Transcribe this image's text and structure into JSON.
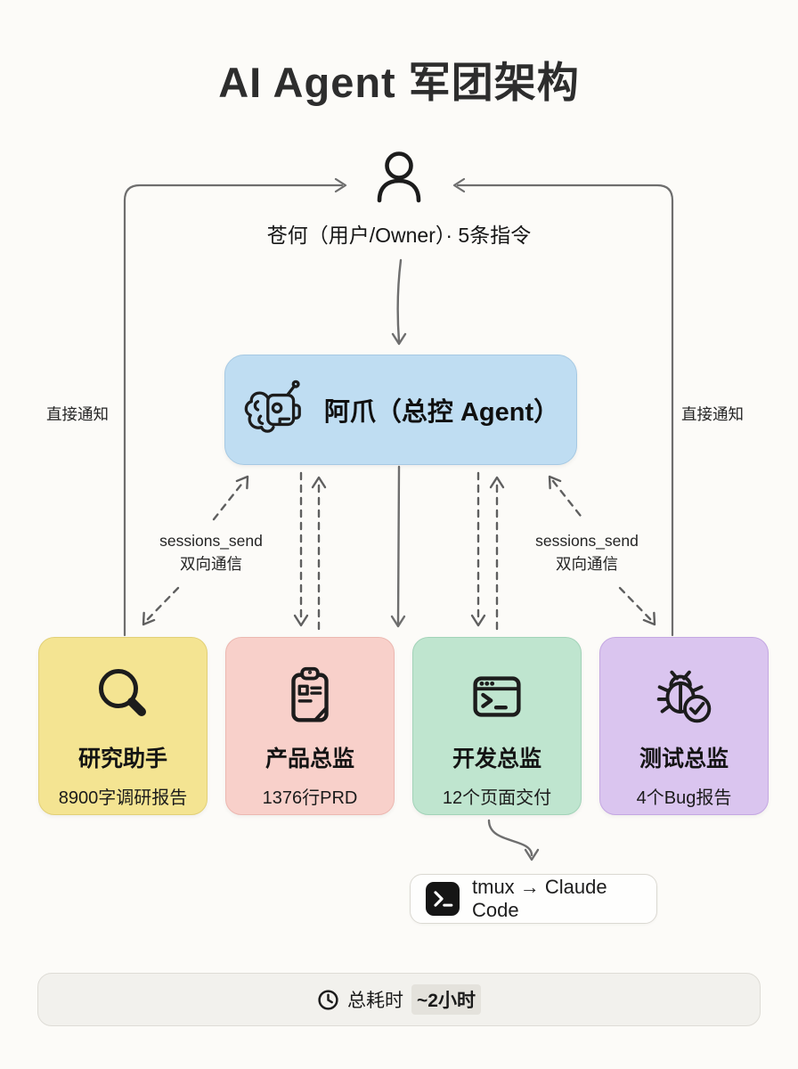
{
  "title": "AI Agent 军团架构",
  "user": {
    "label": "苍何（用户/Owner）· 5条指令",
    "icon": "person-icon"
  },
  "controller": {
    "label": "阿爪（总控 Agent）",
    "icon": "robot-brain-icon",
    "color": "#BFDDF2"
  },
  "connections": {
    "direct_notify_left": "直接通知",
    "direct_notify_right": "直接通知",
    "session_left": {
      "line1": "sessions_send",
      "line2": "双向通信"
    },
    "session_right": {
      "line1": "sessions_send",
      "line2": "双向通信"
    }
  },
  "agents": [
    {
      "name": "研究助手",
      "deliverable": "8900字调研报告",
      "icon": "magnifier-icon",
      "color": "#F4E492"
    },
    {
      "name": "产品总监",
      "deliverable": "1376行PRD",
      "icon": "clipboard-icon",
      "color": "#F8D0CA"
    },
    {
      "name": "开发总监",
      "deliverable": "12个页面交付",
      "icon": "terminal-window-icon",
      "color": "#BFE5CF"
    },
    {
      "name": "测试总监",
      "deliverable": "4个Bug报告",
      "icon": "bug-check-icon",
      "color": "#DAC5EF"
    }
  ],
  "handoff": {
    "label": "tmux → Claude Code",
    "icon": "terminal-icon"
  },
  "footer": {
    "prefix": "总耗时",
    "value": "~2小时",
    "icon": "clock-icon"
  }
}
